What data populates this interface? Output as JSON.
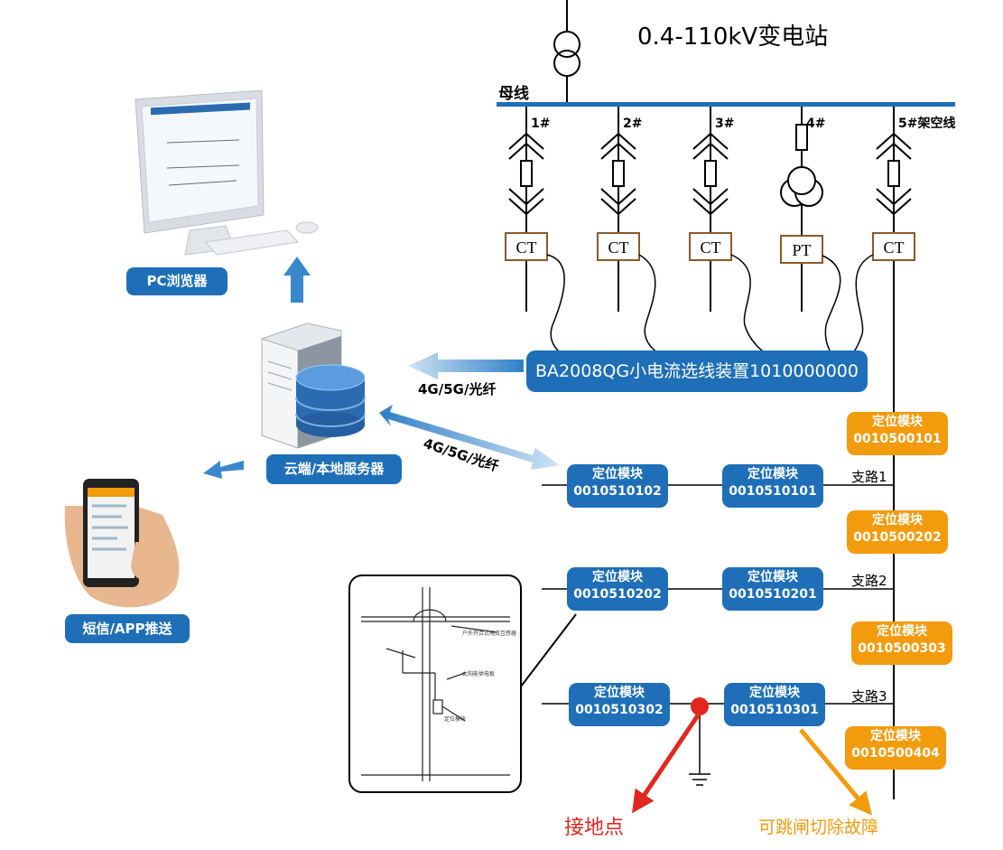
{
  "title": "0.4-110kV变电站",
  "bus_label": "母线",
  "feeders": [
    {
      "label": "1#",
      "device": "CT"
    },
    {
      "label": "2#",
      "device": "CT"
    },
    {
      "label": "3#",
      "device": "CT"
    },
    {
      "label": "4#",
      "device": "PT"
    },
    {
      "label": "5#架空线",
      "device": "CT"
    }
  ],
  "device_box": "BA2008QG小电流选线装置1010000000",
  "server_label": "云端/本地服务器",
  "pc_label": "PC浏览器",
  "phone_label": "短信/APP推送",
  "link_label_1": "4G/5G/光纤",
  "link_label_2": "4G/5G/光纤",
  "branch_modules": [
    {
      "title": "定位模块",
      "code": "0010510102"
    },
    {
      "title": "定位模块",
      "code": "0010510101"
    },
    {
      "title": "定位模块",
      "code": "0010510202"
    },
    {
      "title": "定位模块",
      "code": "0010510201"
    },
    {
      "title": "定位模块",
      "code": "0010510302"
    },
    {
      "title": "定位模块",
      "code": "0010510301"
    }
  ],
  "main_modules": [
    {
      "title": "定位模块",
      "code": "0010500101"
    },
    {
      "title": "定位模块",
      "code": "0010500202"
    },
    {
      "title": "定位模块",
      "code": "0010500303"
    },
    {
      "title": "定位模块",
      "code": "0010500404"
    }
  ],
  "branches": [
    "支路1",
    "支路2",
    "支路3"
  ],
  "ground_label": "接地点",
  "trip_label": "可跳闸切除故障",
  "colors": {
    "blue": "#1e6fb8",
    "orange": "#f29b0d",
    "red": "#e0281e",
    "bus": "#1e6fb8",
    "ct_border": "#8b5a2b"
  },
  "icons": [
    "transformer-icon",
    "monitor-icon",
    "server-icon",
    "database-icon",
    "smartphone-icon",
    "ground-icon"
  ]
}
